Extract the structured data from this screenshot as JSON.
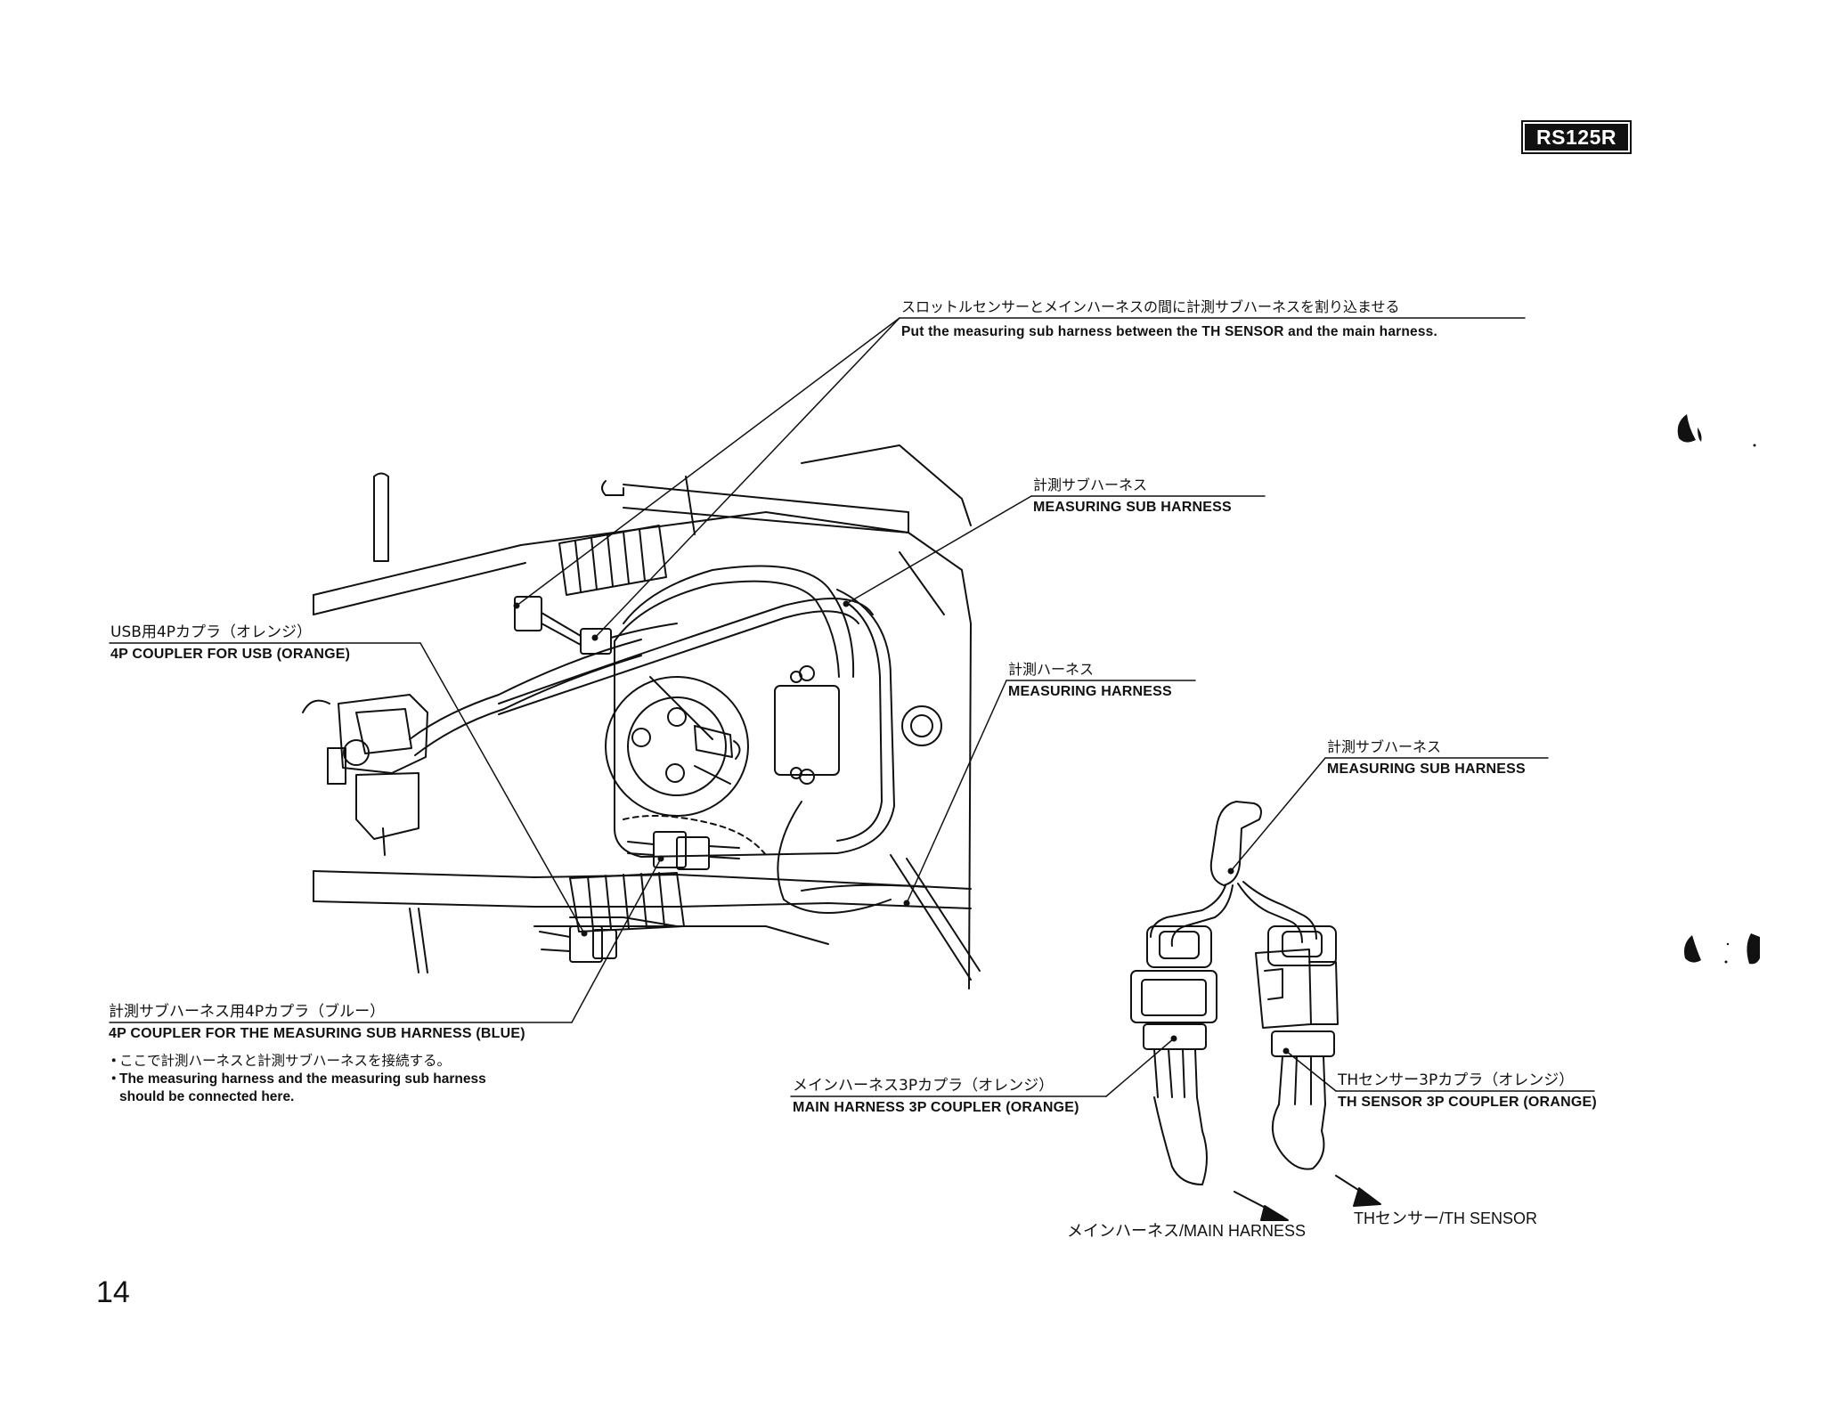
{
  "model_badge": "RS125R",
  "page_number": "14",
  "callouts": {
    "throttle_note": {
      "jp": "スロットルセンサーとメインハーネスの間に計測サブハーネスを割り込ませる",
      "en": "Put the measuring sub harness between the TH SENSOR and the main harness."
    },
    "sub_harness_top": {
      "jp": "計測サブハーネス",
      "en": "MEASURING SUB HARNESS"
    },
    "measuring_harness": {
      "jp": "計測ハーネス",
      "en": "MEASURING HARNESS"
    },
    "sub_harness_right": {
      "jp": "計測サブハーネス",
      "en": "MEASURING SUB HARNESS"
    },
    "usb_coupler": {
      "jp": "USB用4Pカプラ（オレンジ）",
      "en": "4P COUPLER FOR USB (ORANGE)"
    },
    "blue_coupler": {
      "jp": "計測サブハーネス用4Pカプラ（ブルー）",
      "en": "4P COUPLER FOR THE MEASURING SUB HARNESS (BLUE)"
    },
    "main_3p": {
      "jp": "メインハーネス3Pカプラ（オレンジ）",
      "en": "MAIN HARNESS 3P COUPLER (ORANGE)"
    },
    "th_3p": {
      "jp": "THセンサー3Pカプラ（オレンジ）",
      "en": "TH SENSOR 3P COUPLER (ORANGE)"
    }
  },
  "notes": [
    "ここで計測ハーネスと計測サブハーネスを接続する。",
    "The measuring harness and the measuring sub harness",
    "should be connected here."
  ],
  "arrow_labels": {
    "main_harness": "メインハーネス/MAIN HARNESS",
    "th_sensor": "THセンサー/TH SENSOR"
  }
}
